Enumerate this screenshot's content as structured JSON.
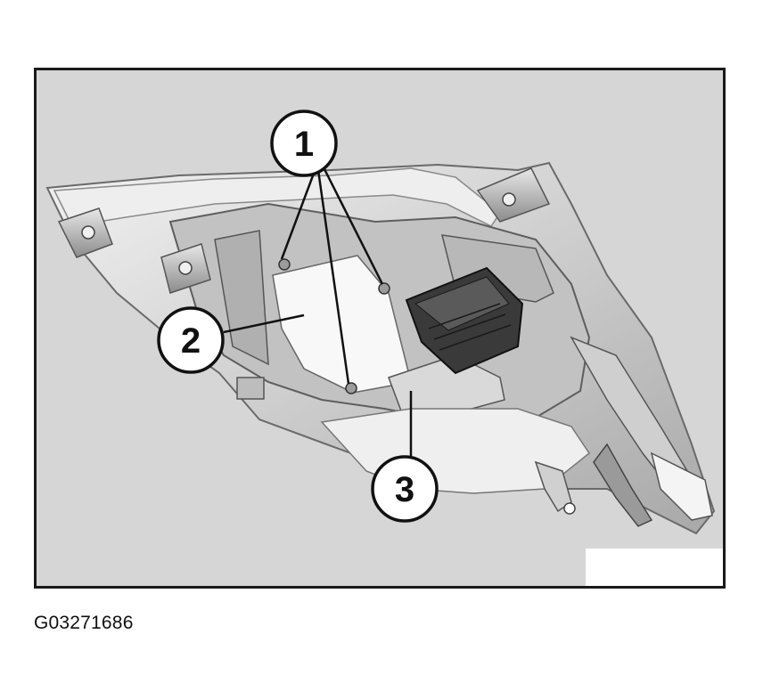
{
  "figure": {
    "id": "G03271686",
    "callouts": [
      {
        "number": "1"
      },
      {
        "number": "2"
      },
      {
        "number": "3"
      }
    ]
  },
  "colors": {
    "background": "#d6d6d6",
    "frame": "#1a1a1a",
    "line": "#111111"
  }
}
